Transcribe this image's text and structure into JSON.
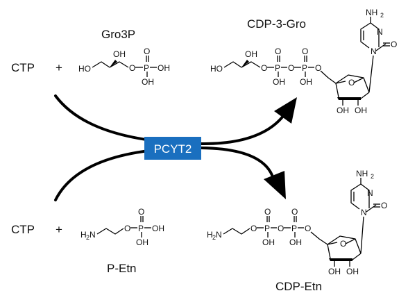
{
  "enzyme": {
    "label": "PCYT2",
    "color": "#1a6fbf"
  },
  "reaction_top": {
    "reactant": "CTP",
    "plus": "+",
    "substrate_name": "Gro3P",
    "product_name": "CDP-3-Gro"
  },
  "reaction_bottom": {
    "reactant": "CTP",
    "plus": "+",
    "substrate_name": "P-Etn",
    "product_name": "CDP-Etn"
  },
  "atoms": {
    "HO": "HO",
    "OH": "OH",
    "O": "O",
    "P": "P",
    "N": "N",
    "NH2": "NH",
    "H2N": "H",
    "sub2": "2",
    "N_amine": "N"
  }
}
